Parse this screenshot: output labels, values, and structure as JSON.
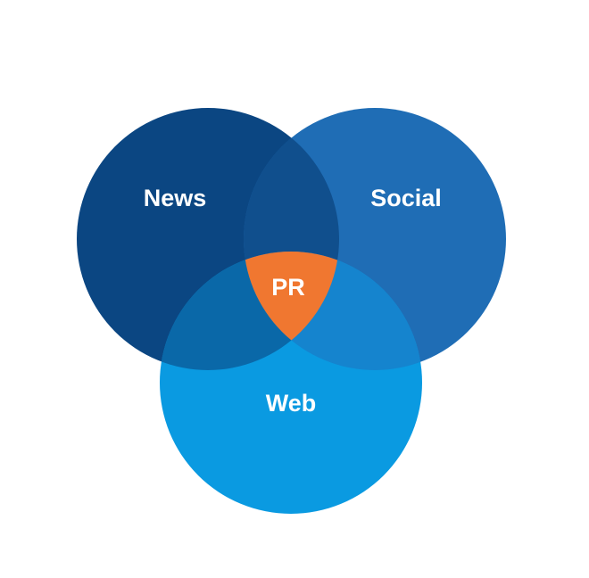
{
  "diagram": {
    "sets": [
      {
        "id": "news",
        "label": "News",
        "color": "#0B4682"
      },
      {
        "id": "social",
        "label": "Social",
        "color": "#1F6DB5"
      },
      {
        "id": "web",
        "label": "Web",
        "color": "#0A9AE1"
      }
    ],
    "intersections": {
      "news_social": "#104F8D",
      "news_web": "#0A68A8",
      "social_web": "#1584CE"
    },
    "center": {
      "label": "PR",
      "color": "#F07730"
    }
  }
}
